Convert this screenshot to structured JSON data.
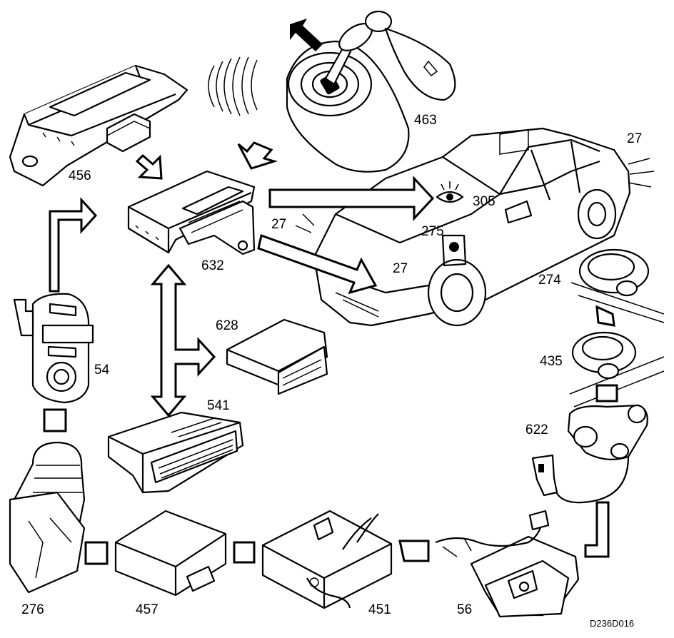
{
  "diagram": {
    "drawing_code": "D236D016",
    "parts": [
      {
        "id": "456",
        "label": "456"
      },
      {
        "id": "463",
        "label": "463"
      },
      {
        "id": "27a",
        "label": "27"
      },
      {
        "id": "305",
        "label": "305"
      },
      {
        "id": "27b",
        "label": "27"
      },
      {
        "id": "275",
        "label": "275"
      },
      {
        "id": "27c",
        "label": "27"
      },
      {
        "id": "632",
        "label": "632"
      },
      {
        "id": "274",
        "label": "274"
      },
      {
        "id": "628",
        "label": "628"
      },
      {
        "id": "435",
        "label": "435"
      },
      {
        "id": "54",
        "label": "54"
      },
      {
        "id": "541",
        "label": "541"
      },
      {
        "id": "622",
        "label": "622"
      },
      {
        "id": "276",
        "label": "276"
      },
      {
        "id": "457",
        "label": "457"
      },
      {
        "id": "451",
        "label": "451"
      },
      {
        "id": "56",
        "label": "56"
      }
    ]
  }
}
